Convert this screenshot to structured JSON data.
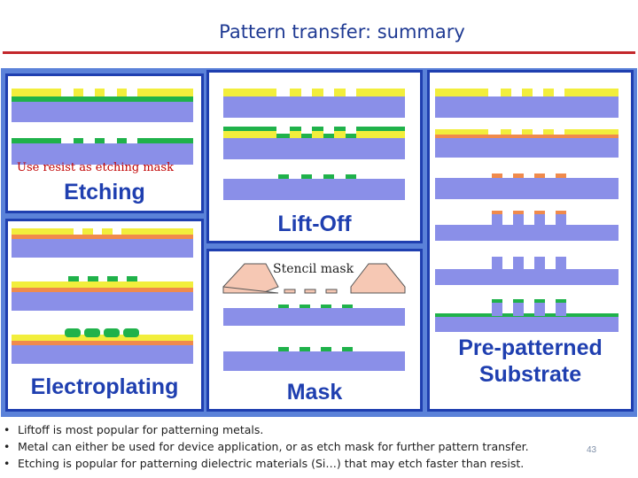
{
  "slide": {
    "title": "Pattern transfer: summary",
    "page_number": "43"
  },
  "panels": {
    "etching": {
      "name": "Etching",
      "note": "Use resist as etching mask"
    },
    "electroplating": {
      "name": "Electroplating"
    },
    "liftoff": {
      "name": "Lift-Off"
    },
    "mask": {
      "name": "Mask",
      "note": "Stencil mask"
    },
    "prepatterned": {
      "name": "Pre-patterned Substrate",
      "name_line1": "Pre-patterned",
      "name_line2": "Substrate"
    }
  },
  "colors": {
    "substrate": "#8a8fe8",
    "metal": "#1fb24a",
    "resist": "#f2ee3c",
    "seed": "#f08a4c",
    "stencil": "#f6c8b4",
    "border": "#1f3fb0",
    "title": "#1f3a93",
    "note": "#c00000"
  },
  "bullets": [
    "Liftoff is most popular for patterning metals.",
    "Metal can either be used for device application, or as etch mask for further pattern transfer.",
    "Etching is popular for patterning dielectric materials (Si…) that may etch faster than resist."
  ]
}
